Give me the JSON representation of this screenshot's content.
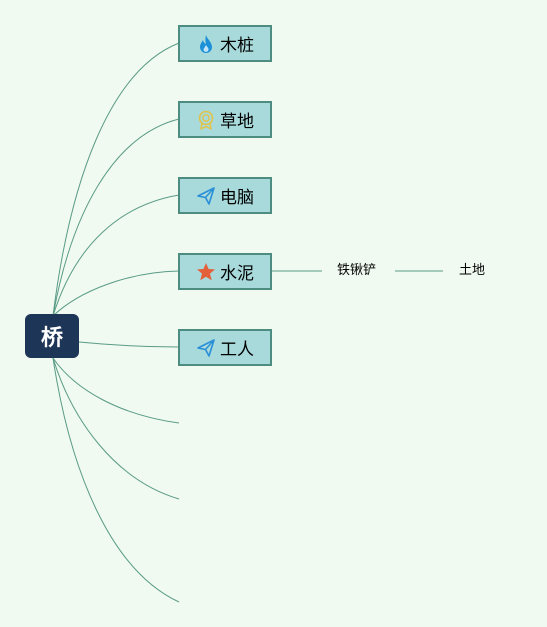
{
  "central_topic": "桥",
  "main_topics": [
    {
      "label": "木桩",
      "icon": "fire-icon"
    },
    {
      "label": "草地",
      "icon": "award-badge-icon"
    },
    {
      "label": "电脑",
      "icon": "paper-plane-icon"
    },
    {
      "label": "水泥",
      "icon": "star-icon"
    },
    {
      "label": "工人",
      "icon": "paper-plane-icon"
    }
  ],
  "subtopics": {
    "level2": "铁锹铲",
    "level3": "土地"
  },
  "colors": {
    "background": "#f0faf1",
    "root_fill": "#1d3557",
    "topic_fill": "#a8dadc",
    "topic_border": "#4d8c80",
    "connector": "#5a9b86",
    "fire_icon": "#1e90d8",
    "award_icon": "#e0c34a",
    "plane_icon": "#2b8fd6",
    "star_icon": "#e3603a"
  }
}
